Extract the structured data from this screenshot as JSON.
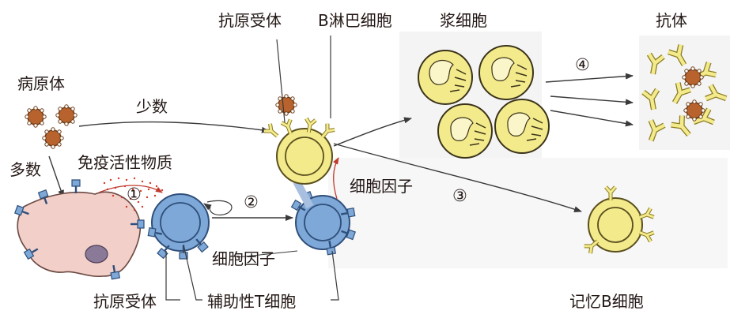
{
  "labels": {
    "antigen_receptor_top": "抗原受体",
    "b_lymphocyte": "B淋巴细胞",
    "plasma_cell": "浆细胞",
    "antibody": "抗体",
    "pathogen": "病原体",
    "few": "少数",
    "many": "多数",
    "immune_active_substance": "免疫活性物质",
    "cytokine_upper": "细胞因子",
    "cytokine_lower": "细胞因子",
    "antigen_receptor_bottom": "抗原受体",
    "helper_t_cell": "辅助性T细胞",
    "memory_b_cell": "记忆B细胞"
  },
  "steps": [
    "①",
    "②",
    "③",
    "④"
  ],
  "colors": {
    "b_cell_fill": "#f3ea8c",
    "b_cell_stroke": "#5a4f1e",
    "t_cell_fill": "#7ea8d8",
    "t_cell_stroke": "#2f4f7a",
    "macrophage_fill": "#f2cfc8",
    "pathogen_fill": "#b8632d",
    "arrow": "#3a3a3a",
    "cytokine_dots": "#d23a2a"
  }
}
